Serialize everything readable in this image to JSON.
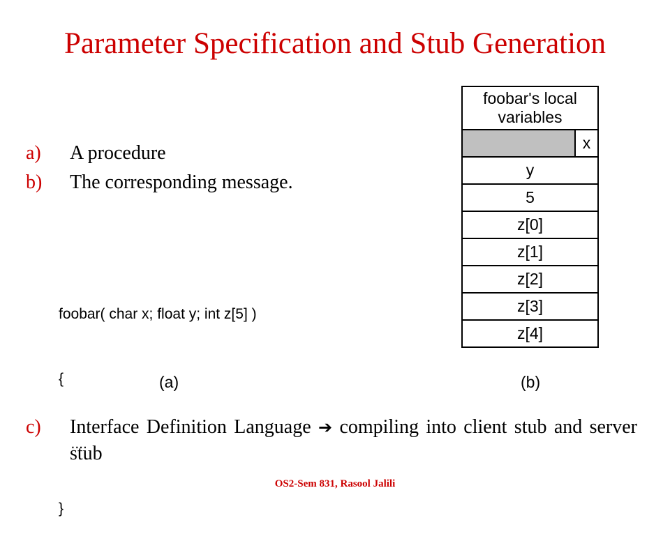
{
  "slide": {
    "title": "Parameter Specification and Stub Generation",
    "bullets": [
      {
        "marker": "a)",
        "text": "A procedure"
      },
      {
        "marker": "b)",
        "text": "The corresponding message."
      }
    ],
    "code_lines": [
      "foobar( char x; float y; int z[5] )",
      "{",
      "   ....",
      "}"
    ],
    "caption_a": "(a)",
    "caption_b": "(b)",
    "stack": {
      "header_line1": "foobar's local",
      "header_line2": "variables",
      "cells": [
        "x",
        "y",
        "5",
        "z[0]",
        "z[1]",
        "z[2]",
        "z[3]",
        "z[4]"
      ]
    },
    "para": {
      "marker": "c)",
      "before_arrow": "Interface Definition Language",
      "arrow_icon": "right-arrow-icon",
      "arrow_glyph": "➔",
      "after_arrow": "compiling into client stub and server stub"
    },
    "footer": "OS2-Sem 831, Rasool Jalili",
    "colors": {
      "title": "#cc0000",
      "marker": "#cc0000",
      "shade": "#c0c0c0"
    }
  }
}
